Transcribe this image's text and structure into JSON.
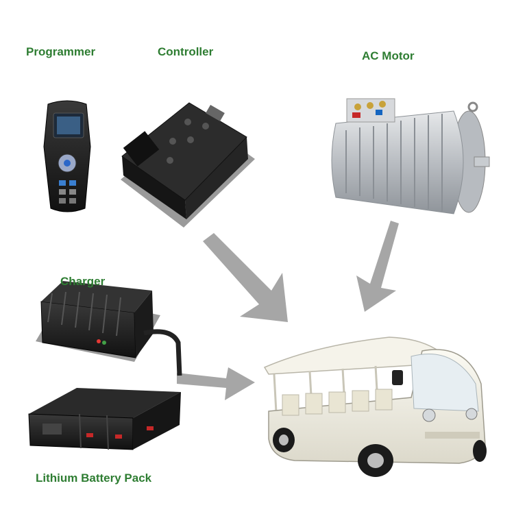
{
  "labels": {
    "programmer": "Programmer",
    "controller": "Controller",
    "ac_motor": "AC Motor",
    "charger": "Charger",
    "battery": "Lithium Battery Pack"
  },
  "colors": {
    "label_green": "#2e7d32",
    "arrow_gray": "#a6a6a6",
    "device_black": "#1e1e1e",
    "motor_silver": "#c9ccd0",
    "bus_white": "#f2f0e6"
  },
  "icons": {
    "programmer": "handheld-programmer-icon",
    "controller": "motor-controller-icon",
    "motor": "ac-motor-icon",
    "charger": "battery-charger-icon",
    "battery": "lithium-battery-pack-icon",
    "vehicle": "electric-shuttle-bus-icon"
  }
}
